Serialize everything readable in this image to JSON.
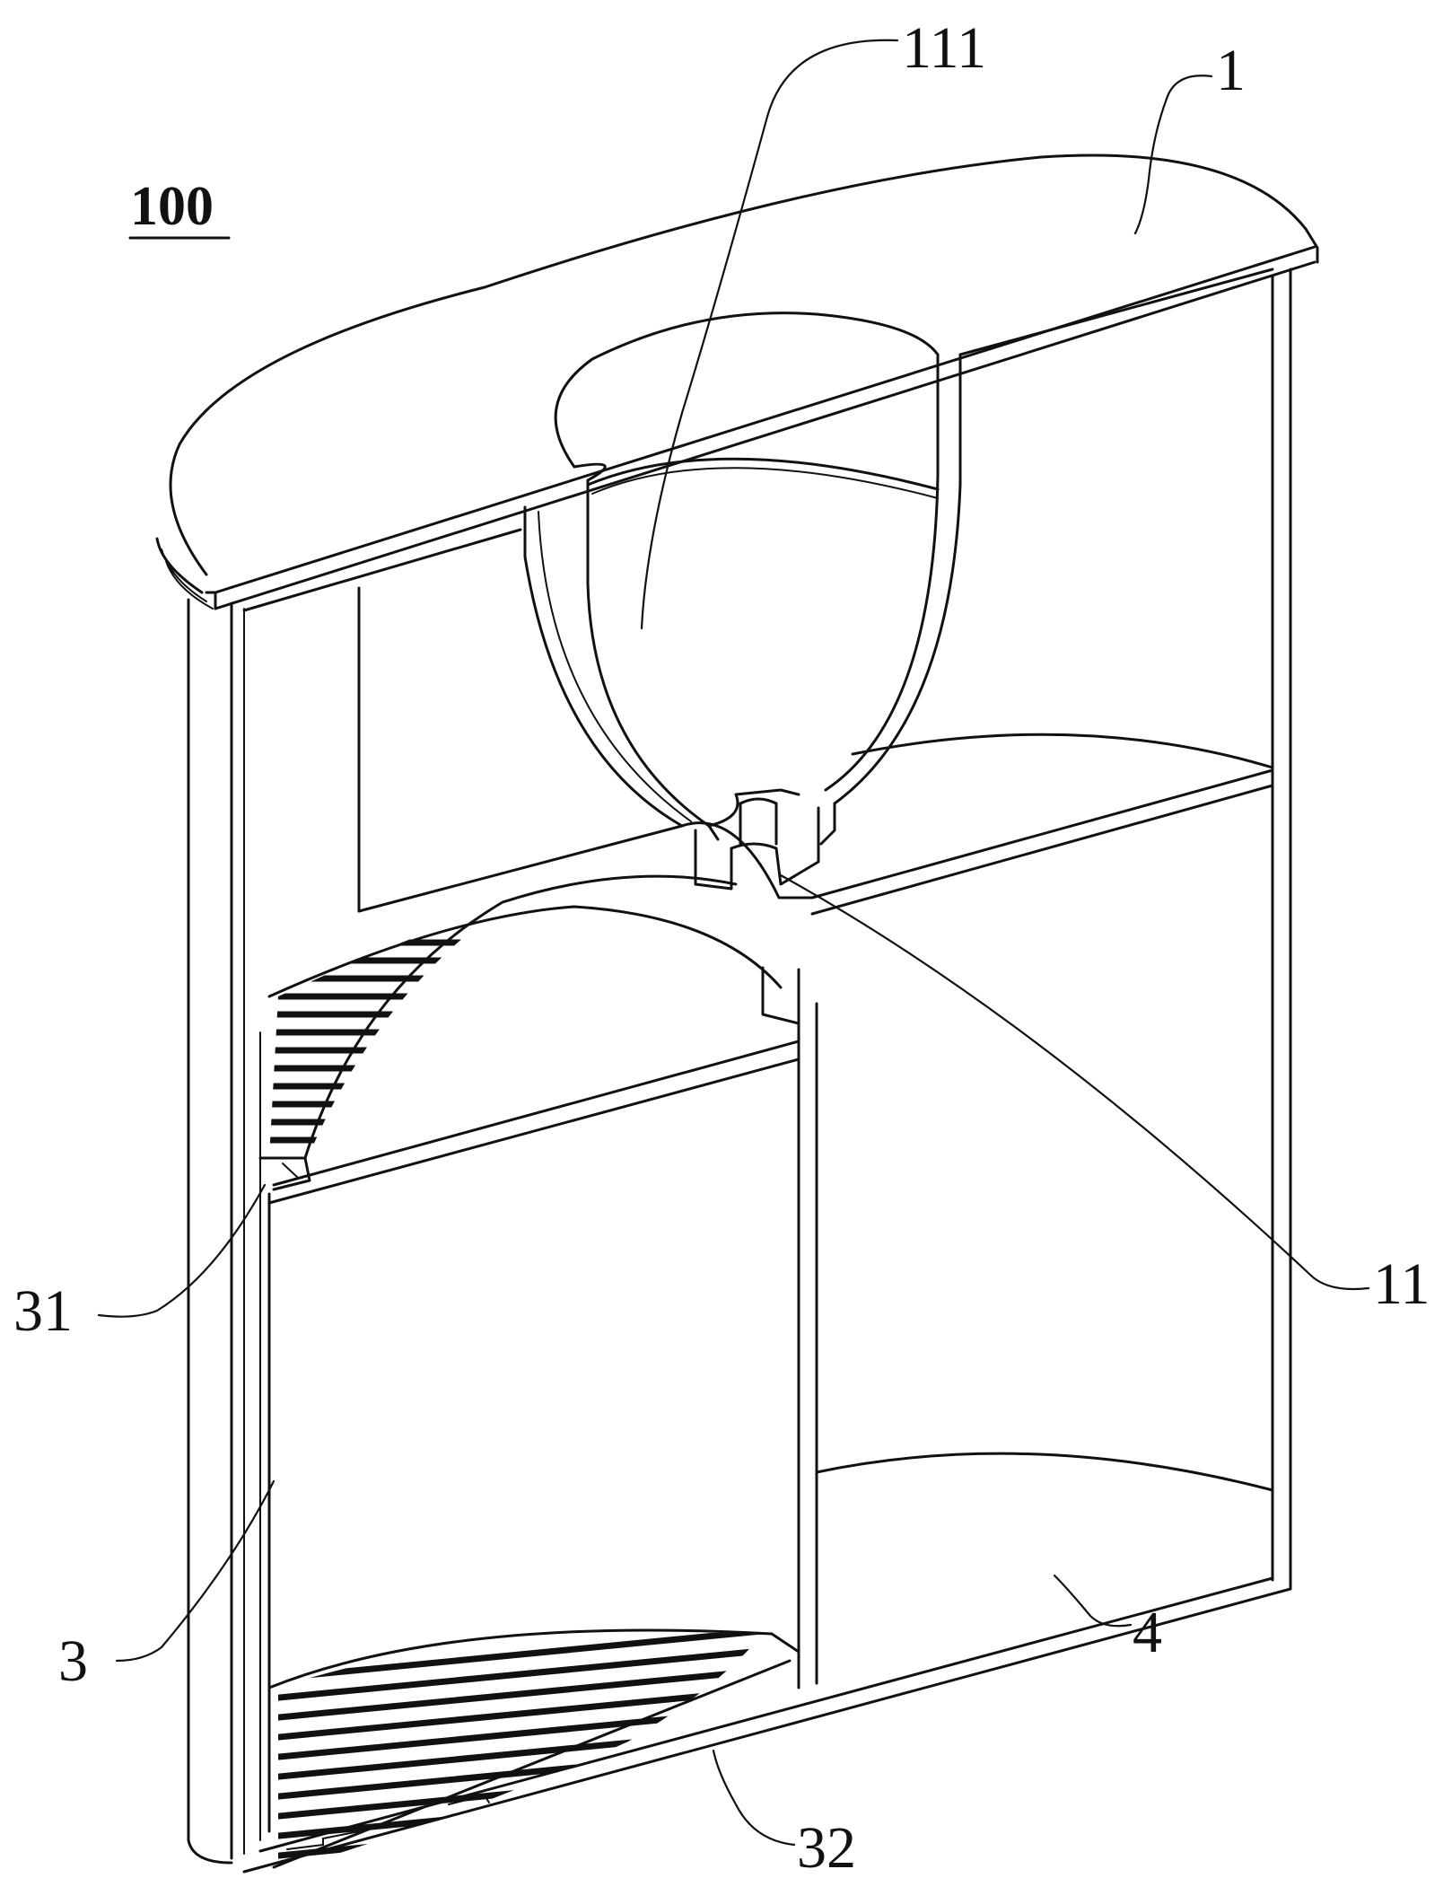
{
  "figure_label": "100",
  "reference_labels": {
    "cover": "1",
    "funnel_outlet": "11",
    "funnel_cavity": "111",
    "filter_cartridge": "3",
    "cartridge_top_screen": "31",
    "cartridge_bottom_screen": "32",
    "lower_chamber": "4"
  }
}
